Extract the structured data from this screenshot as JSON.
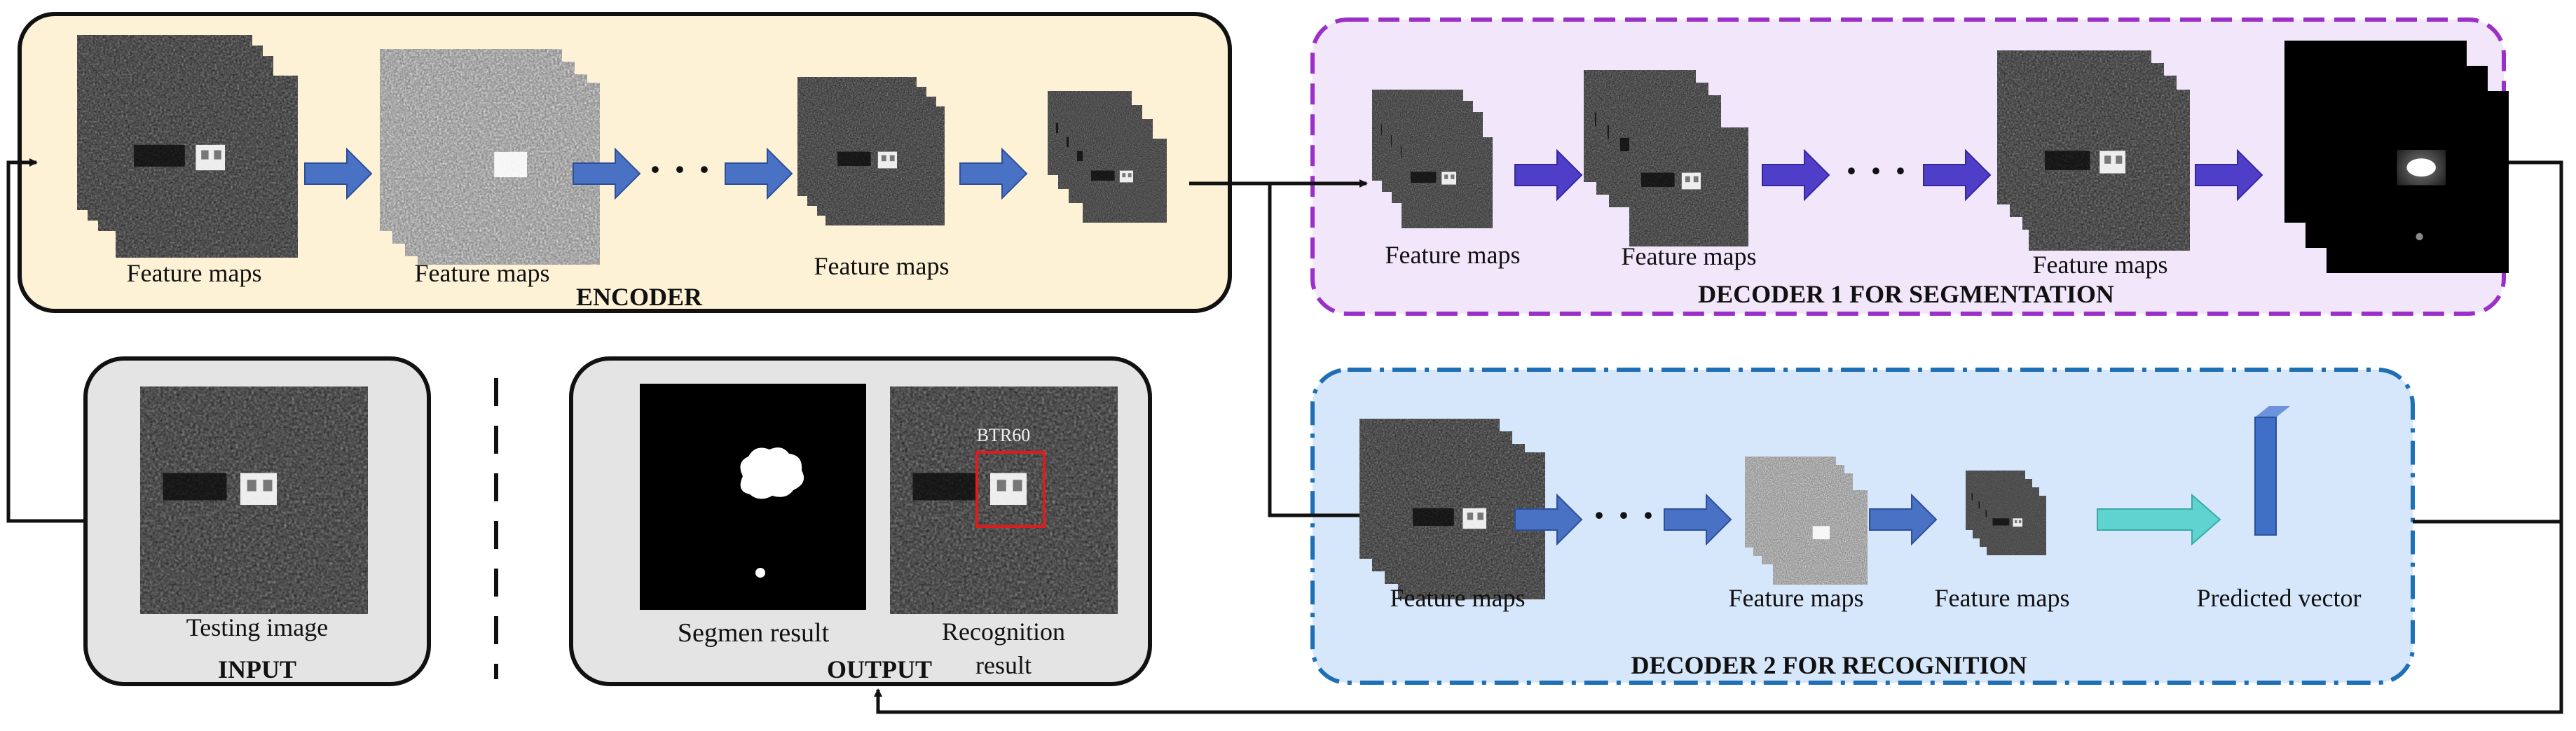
{
  "encoder": {
    "title": "ENCODER",
    "labels": [
      "Feature maps",
      "Feature maps",
      "Feature maps"
    ],
    "ellipsis": "· · ·"
  },
  "decoder1": {
    "title": "DECODER 1 FOR SEGMENTATION",
    "labels": [
      "Feature maps",
      "Feature maps",
      "Feature maps"
    ],
    "ellipsis": "· · ·"
  },
  "decoder2": {
    "title": "DECODER 2 FOR RECOGNITION",
    "labels": [
      "Feature maps",
      "Feature maps",
      "Feature maps"
    ],
    "vector_label": "Predicted vector",
    "ellipsis": "· · ·"
  },
  "input": {
    "title": "INPUT",
    "label": "Testing image"
  },
  "output": {
    "title": "OUTPUT",
    "seg_label": "Segmen result",
    "rec_label_line1": "Recognition",
    "rec_label_line2": "result",
    "target_name": "BTR60"
  },
  "colors": {
    "encoder_fill": "#fdf2d6",
    "decoder1_fill": "#f1e6fa",
    "decoder1_border": "#9b30c9",
    "decoder2_fill": "#d6e7fb",
    "decoder2_border": "#1f6fb5",
    "grey_fill": "#e4e4e4",
    "arrow_blue": "#4a72c4",
    "arrow_violet": "#4f3fc8",
    "arrow_cyan": "#5fd3cf",
    "vector_blue": "#3f6fc6",
    "bbox_red": "#e01b1b"
  }
}
